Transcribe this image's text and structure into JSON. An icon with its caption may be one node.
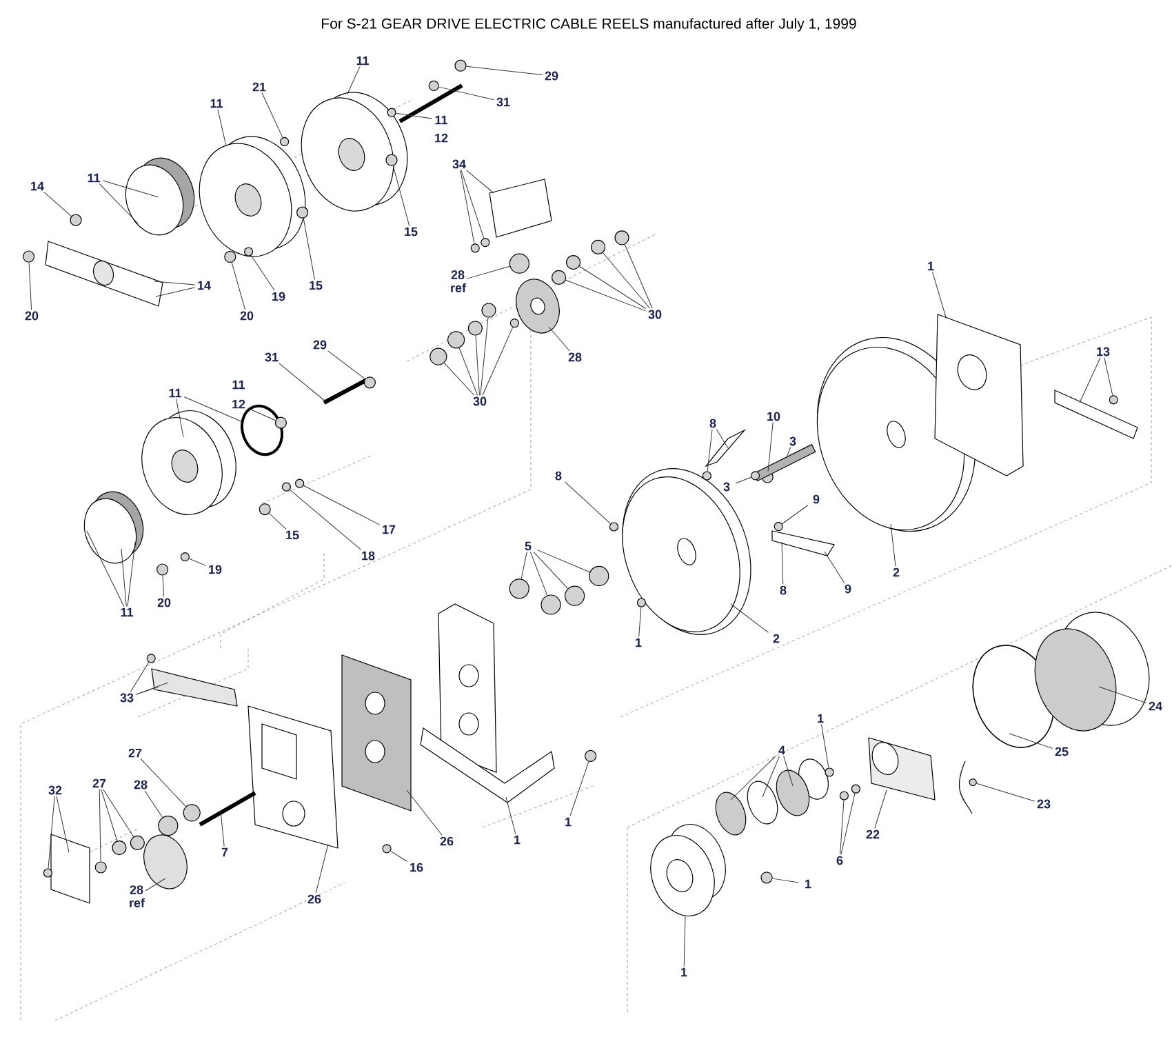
{
  "diagram": {
    "title": "For S-21 GEAR DRIVE ELECTRIC CABLE REELS manufactured after July 1, 1999",
    "nodes": [
      {
        "text": [
          "11"
        ]
      },
      {
        "text": [
          "21"
        ]
      },
      {
        "text": [
          "29"
        ]
      },
      {
        "text": [
          "31"
        ]
      },
      {
        "text": [
          "11"
        ]
      },
      {
        "text": [
          "11"
        ]
      },
      {
        "text": [
          "12"
        ]
      },
      {
        "text": [
          "34"
        ]
      },
      {
        "text": [
          "11"
        ]
      },
      {
        "text": [
          "14"
        ]
      },
      {
        "text": [
          "15"
        ]
      },
      {
        "text": [
          "28 ref"
        ]
      },
      {
        "text": [
          "1"
        ]
      },
      {
        "text": [
          "14"
        ]
      },
      {
        "text": [
          "15"
        ]
      },
      {
        "text": [
          "19"
        ]
      },
      {
        "text": [
          "30"
        ]
      },
      {
        "text": [
          "20"
        ]
      },
      {
        "text": [
          "20"
        ]
      },
      {
        "text": [
          "29"
        ]
      },
      {
        "text": [
          "13"
        ]
      },
      {
        "text": [
          "28"
        ]
      },
      {
        "text": [
          "31"
        ]
      },
      {
        "text": [
          "11"
        ]
      },
      {
        "text": [
          "11"
        ]
      },
      {
        "text": [
          "30"
        ]
      },
      {
        "text": [
          "12"
        ]
      },
      {
        "text": [
          "10"
        ]
      },
      {
        "text": [
          "8"
        ]
      },
      {
        "text": [
          "3"
        ]
      },
      {
        "text": [
          "8"
        ]
      },
      {
        "text": [
          "3"
        ]
      },
      {
        "text": [
          "9"
        ]
      },
      {
        "text": [
          "17"
        ]
      },
      {
        "text": [
          "15"
        ]
      },
      {
        "text": [
          "5"
        ]
      },
      {
        "text": [
          "18"
        ]
      },
      {
        "text": [
          "19"
        ]
      },
      {
        "text": [
          "2"
        ]
      },
      {
        "text": [
          "8"
        ]
      },
      {
        "text": [
          "9"
        ]
      },
      {
        "text": [
          "20"
        ]
      },
      {
        "text": [
          "11"
        ]
      },
      {
        "text": [
          "2"
        ]
      },
      {
        "text": [
          "1"
        ]
      },
      {
        "text": [
          "33"
        ]
      },
      {
        "text": [
          "24"
        ]
      },
      {
        "text": [
          "1"
        ]
      },
      {
        "text": [
          "4"
        ]
      },
      {
        "text": [
          "25"
        ]
      },
      {
        "text": [
          "27"
        ]
      },
      {
        "text": [
          "27"
        ]
      },
      {
        "text": [
          "28"
        ]
      },
      {
        "text": [
          "32"
        ]
      },
      {
        "text": [
          "23"
        ]
      },
      {
        "text": [
          "1"
        ]
      },
      {
        "text": [
          "22"
        ]
      },
      {
        "text": [
          "26"
        ]
      },
      {
        "text": [
          "1"
        ]
      },
      {
        "text": [
          "7"
        ]
      },
      {
        "text": [
          "6"
        ]
      },
      {
        "text": [
          "16"
        ]
      },
      {
        "text": [
          "1"
        ]
      },
      {
        "text": [
          "28 ref"
        ]
      },
      {
        "text": [
          "26"
        ]
      },
      {
        "text": [
          "1"
        ]
      },
      {
        "text": [],
        "shape": "circle"
      },
      {
        "text": [],
        "shape": "circle"
      },
      {
        "text": [],
        "shape": "circle"
      },
      {
        "text": [],
        "shape": "circle"
      },
      {
        "text": [],
        "shape": "circle"
      },
      {
        "text": [],
        "shape": "circle"
      },
      {
        "text": [],
        "shape": "circle"
      },
      {
        "text": [],
        "shape": "circle"
      },
      {
        "text": [],
        "shape": "circle"
      },
      {
        "text": [],
        "shape": "circle"
      },
      {
        "text": [],
        "shape": "circle"
      },
      {
        "text": [],
        "shape": "circle"
      },
      {
        "text": [],
        "shape": "circle"
      },
      {
        "text": [],
        "shape": "circle"
      },
      {
        "text": [],
        "shape": "circle"
      },
      {
        "text": [],
        "shape": "circle"
      },
      {
        "text": [],
        "shape": "circle"
      },
      {
        "text": [],
        "shape": "circle"
      },
      {
        "text": [],
        "shape": "circle"
      },
      {
        "text": [],
        "shape": "circle"
      },
      {
        "text": [],
        "shape": "circle"
      },
      {
        "text": [],
        "shape": "circle"
      },
      {
        "text": [],
        "shape": "circle"
      },
      {
        "text": [],
        "shape": "circle"
      },
      {
        "text": [],
        "shape": "circle"
      },
      {
        "text": [],
        "shape": "circle"
      },
      {
        "text": [],
        "shape": "circle"
      },
      {
        "text": [],
        "shape": "circle"
      },
      {
        "text": [],
        "shape": "bar"
      },
      {
        "text": [],
        "shape": "circle"
      },
      {
        "text": [],
        "shape": "circle"
      },
      {
        "text": [],
        "shape": "circle"
      },
      {
        "text": [],
        "shape": "circle"
      },
      {
        "text": [],
        "shape": "circle"
      },
      {
        "text": [],
        "shape": "circle"
      },
      {
        "text": [],
        "shape": "circle"
      },
      {
        "text": [],
        "shape": "circle"
      },
      {
        "text": [],
        "shape": "circle"
      },
      {
        "text": [],
        "shape": "circle"
      },
      {
        "text": [],
        "shape": "circle"
      },
      {
        "text": [],
        "shape": "circle"
      },
      {
        "text": [],
        "shape": "circle"
      },
      {
        "text": [],
        "shape": "circle"
      },
      {
        "text": [],
        "shape": "circle"
      },
      {
        "text": [],
        "shape": "circle"
      },
      {
        "text": [],
        "shape": "circle"
      },
      {
        "text": [],
        "shape": "circle"
      },
      {
        "text": [],
        "shape": "circle"
      },
      {
        "text": [],
        "shape": "circle"
      },
      {
        "text": [],
        "shape": "circle"
      },
      {
        "text": [],
        "shape": "circle"
      },
      {
        "text": [],
        "shape": "circle"
      },
      {
        "text": [],
        "shape": "circle"
      },
      {
        "text": [],
        "shape": "circle"
      },
      {
        "text": [],
        "shape": "circle"
      },
      {
        "text": [],
        "shape": "circle"
      },
      {
        "text": [],
        "shape": "circle"
      },
      {
        "text": [],
        "shape": "circle"
      },
      {
        "text": [],
        "shape": "circle"
      },
      {
        "text": [],
        "shape": "box"
      },
      {
        "text": [],
        "shape": "circle"
      },
      {
        "text": [],
        "shape": "circle"
      },
      {
        "text": [],
        "shape": "bar"
      },
      {
        "text": [],
        "shape": "box"
      },
      {
        "text": [],
        "shape": "circle"
      },
      {
        "text": [],
        "shape": "circle"
      },
      {
        "text": [],
        "shape": "circle"
      },
      {
        "text": [],
        "shape": "box"
      },
      {
        "text": [],
        "shape": "bar"
      },
      {
        "text": [],
        "shape": "bar"
      },
      {
        "text": [],
        "shape": "bar"
      },
      {
        "text": [],
        "shape": "box"
      },
      {
        "text": [],
        "shape": "box"
      },
      {
        "text": [],
        "shape": "box"
      },
      {
        "text": [],
        "shape": "box"
      },
      {
        "text": [],
        "shape": "box"
      },
      {
        "text": [],
        "shape": "circle"
      },
      {
        "text": [],
        "shape": "bar"
      },
      {
        "text": [],
        "shape": "cylinder"
      },
      {
        "text": [],
        "shape": "circle"
      },
      {
        "text": [],
        "shape": "circle"
      },
      {
        "text": [],
        "shape": "circle"
      },
      {
        "text": [],
        "shape": "box"
      },
      {
        "text": [],
        "shape": "circle"
      },
      {
        "text": [],
        "shape": "cylinder"
      }
    ],
    "edges": [
      {
        "from": 0,
        "to": 122,
        "arrow": "none"
      },
      {
        "from": 1,
        "to": 66,
        "arrow": "none"
      },
      {
        "from": 2,
        "to": 67,
        "arrow": "none"
      },
      {
        "from": 3,
        "to": 68,
        "arrow": "none"
      },
      {
        "from": 4,
        "to": 123,
        "arrow": "none"
      },
      {
        "from": 5,
        "to": 69,
        "arrow": "none"
      },
      {
        "from": 7,
        "to": 70,
        "arrow": "none"
      },
      {
        "from": 7,
        "to": 71,
        "arrow": "none"
      },
      {
        "from": 7,
        "to": 129,
        "arrow": "none"
      },
      {
        "from": 8,
        "to": 124,
        "arrow": "none"
      },
      {
        "from": 8,
        "to": 124,
        "arrow": "none"
      },
      {
        "from": 9,
        "to": 72,
        "arrow": "none"
      },
      {
        "from": 10,
        "to": 73,
        "arrow": "none"
      },
      {
        "from": 11,
        "to": 74,
        "arrow": "none"
      },
      {
        "from": 12,
        "to": 133,
        "arrow": "none"
      },
      {
        "from": 13,
        "to": 125,
        "arrow": "none"
      },
      {
        "from": 13,
        "to": 125,
        "arrow": "none"
      },
      {
        "from": 14,
        "to": 75,
        "arrow": "none"
      },
      {
        "from": 15,
        "to": 76,
        "arrow": "none"
      },
      {
        "from": 16,
        "to": 77,
        "arrow": "none"
      },
      {
        "from": 16,
        "to": 78,
        "arrow": "none"
      },
      {
        "from": 16,
        "to": 79,
        "arrow": "none"
      },
      {
        "from": 16,
        "to": 80,
        "arrow": "none"
      },
      {
        "from": 17,
        "to": 81,
        "arrow": "none"
      },
      {
        "from": 18,
        "to": 82,
        "arrow": "none"
      },
      {
        "from": 19,
        "to": 83,
        "arrow": "none"
      },
      {
        "from": 20,
        "to": 134,
        "arrow": "none"
      },
      {
        "from": 20,
        "to": 84,
        "arrow": "none"
      },
      {
        "from": 21,
        "to": 130,
        "arrow": "none"
      },
      {
        "from": 22,
        "to": 128,
        "arrow": "none"
      },
      {
        "from": 24,
        "to": 126,
        "arrow": "none"
      },
      {
        "from": 24,
        "to": 85,
        "arrow": "none"
      },
      {
        "from": 25,
        "to": 86,
        "arrow": "none"
      },
      {
        "from": 25,
        "to": 87,
        "arrow": "none"
      },
      {
        "from": 25,
        "to": 88,
        "arrow": "none"
      },
      {
        "from": 25,
        "to": 89,
        "arrow": "none"
      },
      {
        "from": 25,
        "to": 90,
        "arrow": "none"
      },
      {
        "from": 26,
        "to": 91,
        "arrow": "none"
      },
      {
        "from": 27,
        "to": 92,
        "arrow": "none"
      },
      {
        "from": 28,
        "to": 93,
        "arrow": "none"
      },
      {
        "from": 28,
        "to": 135,
        "arrow": "none"
      },
      {
        "from": 29,
        "to": 94,
        "arrow": "none"
      },
      {
        "from": 30,
        "to": 95,
        "arrow": "none"
      },
      {
        "from": 31,
        "to": 96,
        "arrow": "none"
      },
      {
        "from": 32,
        "to": 97,
        "arrow": "none"
      },
      {
        "from": 33,
        "to": 98,
        "arrow": "none"
      },
      {
        "from": 34,
        "to": 99,
        "arrow": "none"
      },
      {
        "from": 35,
        "to": 100,
        "arrow": "none"
      },
      {
        "from": 35,
        "to": 101,
        "arrow": "none"
      },
      {
        "from": 35,
        "to": 102,
        "arrow": "none"
      },
      {
        "from": 35,
        "to": 103,
        "arrow": "none"
      },
      {
        "from": 36,
        "to": 104,
        "arrow": "none"
      },
      {
        "from": 37,
        "to": 105,
        "arrow": "none"
      },
      {
        "from": 38,
        "to": 132,
        "arrow": "none"
      },
      {
        "from": 39,
        "to": 136,
        "arrow": "none"
      },
      {
        "from": 40,
        "to": 136,
        "arrow": "none"
      },
      {
        "from": 41,
        "to": 106,
        "arrow": "none"
      },
      {
        "from": 42,
        "to": 127,
        "arrow": "none"
      },
      {
        "from": 42,
        "to": 127,
        "arrow": "none"
      },
      {
        "from": 42,
        "to": 127,
        "arrow": "none"
      },
      {
        "from": 43,
        "to": 131,
        "arrow": "none"
      },
      {
        "from": 44,
        "to": 107,
        "arrow": "none"
      },
      {
        "from": 45,
        "to": 108,
        "arrow": "none"
      },
      {
        "from": 45,
        "to": 140,
        "arrow": "none"
      },
      {
        "from": 45,
        "to": 140,
        "arrow": "none"
      },
      {
        "from": 46,
        "to": 150,
        "arrow": "none"
      },
      {
        "from": 47,
        "to": 109,
        "arrow": "none"
      },
      {
        "from": 48,
        "to": 145,
        "arrow": "none"
      },
      {
        "from": 48,
        "to": 146,
        "arrow": "none"
      },
      {
        "from": 48,
        "to": 147,
        "arrow": "none"
      },
      {
        "from": 49,
        "to": 149,
        "arrow": "none"
      },
      {
        "from": 50,
        "to": 110,
        "arrow": "none"
      },
      {
        "from": 51,
        "to": 111,
        "arrow": "none"
      },
      {
        "from": 51,
        "to": 112,
        "arrow": "none"
      },
      {
        "from": 51,
        "to": 113,
        "arrow": "none"
      },
      {
        "from": 52,
        "to": 114,
        "arrow": "none"
      },
      {
        "from": 53,
        "to": 115,
        "arrow": "none"
      },
      {
        "from": 53,
        "to": 141,
        "arrow": "none"
      },
      {
        "from": 54,
        "to": 116,
        "arrow": "none"
      },
      {
        "from": 55,
        "to": 117,
        "arrow": "none"
      },
      {
        "from": 56,
        "to": 148,
        "arrow": "none"
      },
      {
        "from": 57,
        "to": 138,
        "arrow": "none"
      },
      {
        "from": 58,
        "to": 137,
        "arrow": "none"
      },
      {
        "from": 59,
        "to": 143,
        "arrow": "none"
      },
      {
        "from": 60,
        "to": 118,
        "arrow": "none"
      },
      {
        "from": 60,
        "to": 119,
        "arrow": "none"
      },
      {
        "from": 61,
        "to": 120,
        "arrow": "none"
      },
      {
        "from": 62,
        "to": 121,
        "arrow": "none"
      },
      {
        "from": 63,
        "to": 142,
        "arrow": "none"
      },
      {
        "from": 64,
        "to": 139,
        "arrow": "none"
      },
      {
        "from": 65,
        "to": 144,
        "arrow": "none"
      }
    ]
  }
}
